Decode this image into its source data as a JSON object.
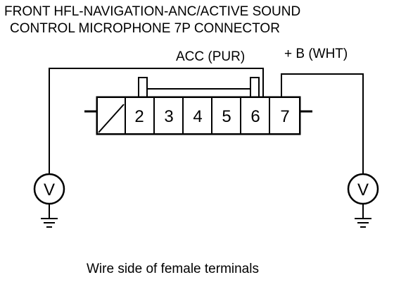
{
  "title": {
    "line1": "FRONT HFL-NAVIGATION-ANC/ACTIVE SOUND",
    "line2": "CONTROL MICROPHONE 7P CONNECTOR"
  },
  "wires": {
    "acc_label": "ACC (PUR)",
    "b_label": "+ B (WHT)"
  },
  "connector": {
    "pins": [
      "2",
      "3",
      "4",
      "5",
      "6",
      "7"
    ]
  },
  "meters": {
    "left_symbol": "V",
    "right_symbol": "V"
  },
  "caption": "Wire side of female terminals",
  "colors": {
    "line": "#000000",
    "background": "#ffffff"
  }
}
